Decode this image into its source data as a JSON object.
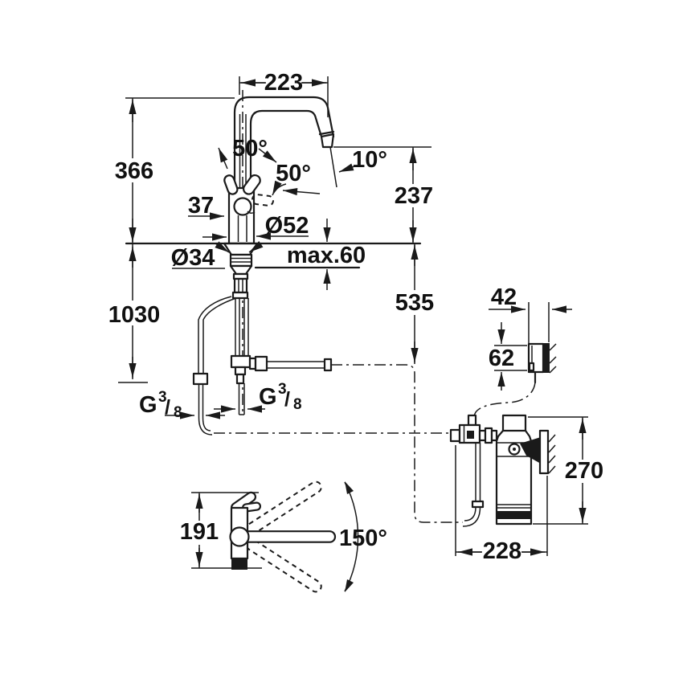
{
  "drawing": {
    "background": "#ffffff",
    "line_color": "#1a1a1a",
    "description": "faucet-with-filter-dimension-diagram",
    "labels": {
      "top_width": "223",
      "spout_height": "366",
      "handle_width": "37",
      "handle_angle_up": "50°",
      "handle_angle_down": "50°",
      "outlet_angle": "10°",
      "outlet_to_deck": "237",
      "body_dia": "Ø52",
      "shank_dia": "Ø34",
      "counter_max": "max.60",
      "below_deck": "535",
      "hose_drop": "1030",
      "thread_left": {
        "g": "G",
        "sup": "3",
        "slash": "/",
        "sub": "8"
      },
      "thread_right": {
        "g": "G",
        "sup": "3",
        "slash": "/",
        "sub": "8"
      },
      "holder_width": "42",
      "holder_height": "62",
      "filter_height": "270",
      "filter_span": "228",
      "front_depth": "191",
      "swivel": "150°"
    }
  }
}
